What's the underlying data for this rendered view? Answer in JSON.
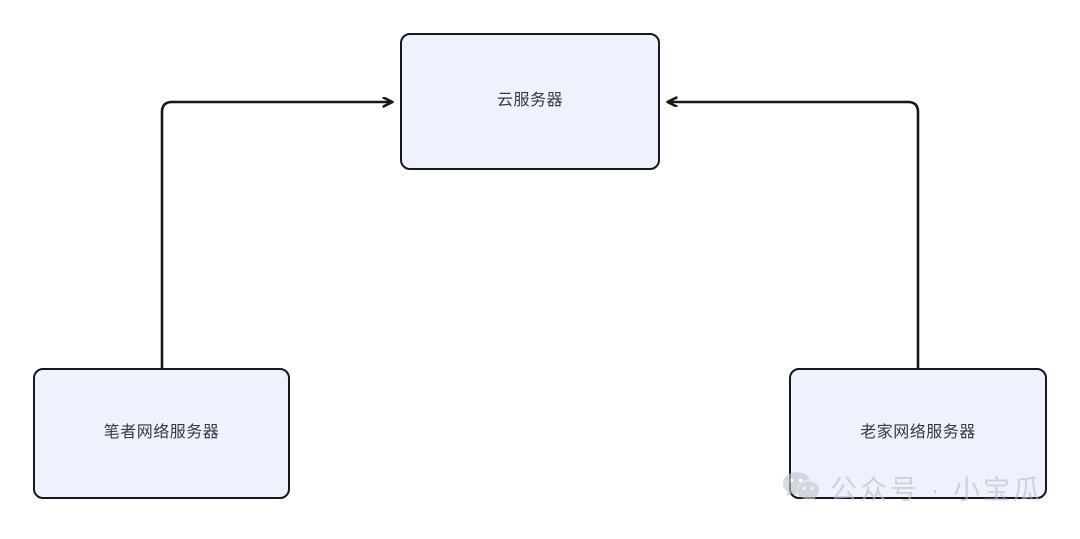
{
  "diagram": {
    "type": "flowchart",
    "background_color": "#ffffff",
    "node_fill": "#eef2fc",
    "node_border": "#16181d",
    "edge_color": "#16181d",
    "label_color": "#333a45",
    "nodes": [
      {
        "id": "cloud",
        "label": "云服务器"
      },
      {
        "id": "local",
        "label": "笔者网络服务器"
      },
      {
        "id": "home",
        "label": "老家网络服务器"
      }
    ],
    "edges": [
      {
        "from": "local",
        "to": "cloud",
        "arrow": "to-cloud",
        "style": "elbow"
      },
      {
        "from": "home",
        "to": "cloud",
        "arrow": "to-cloud",
        "style": "elbow"
      }
    ]
  },
  "watermark": {
    "icon": "wechat-icon",
    "text": "公众号 · 小宝瓜",
    "color": "#b9bdc4"
  }
}
